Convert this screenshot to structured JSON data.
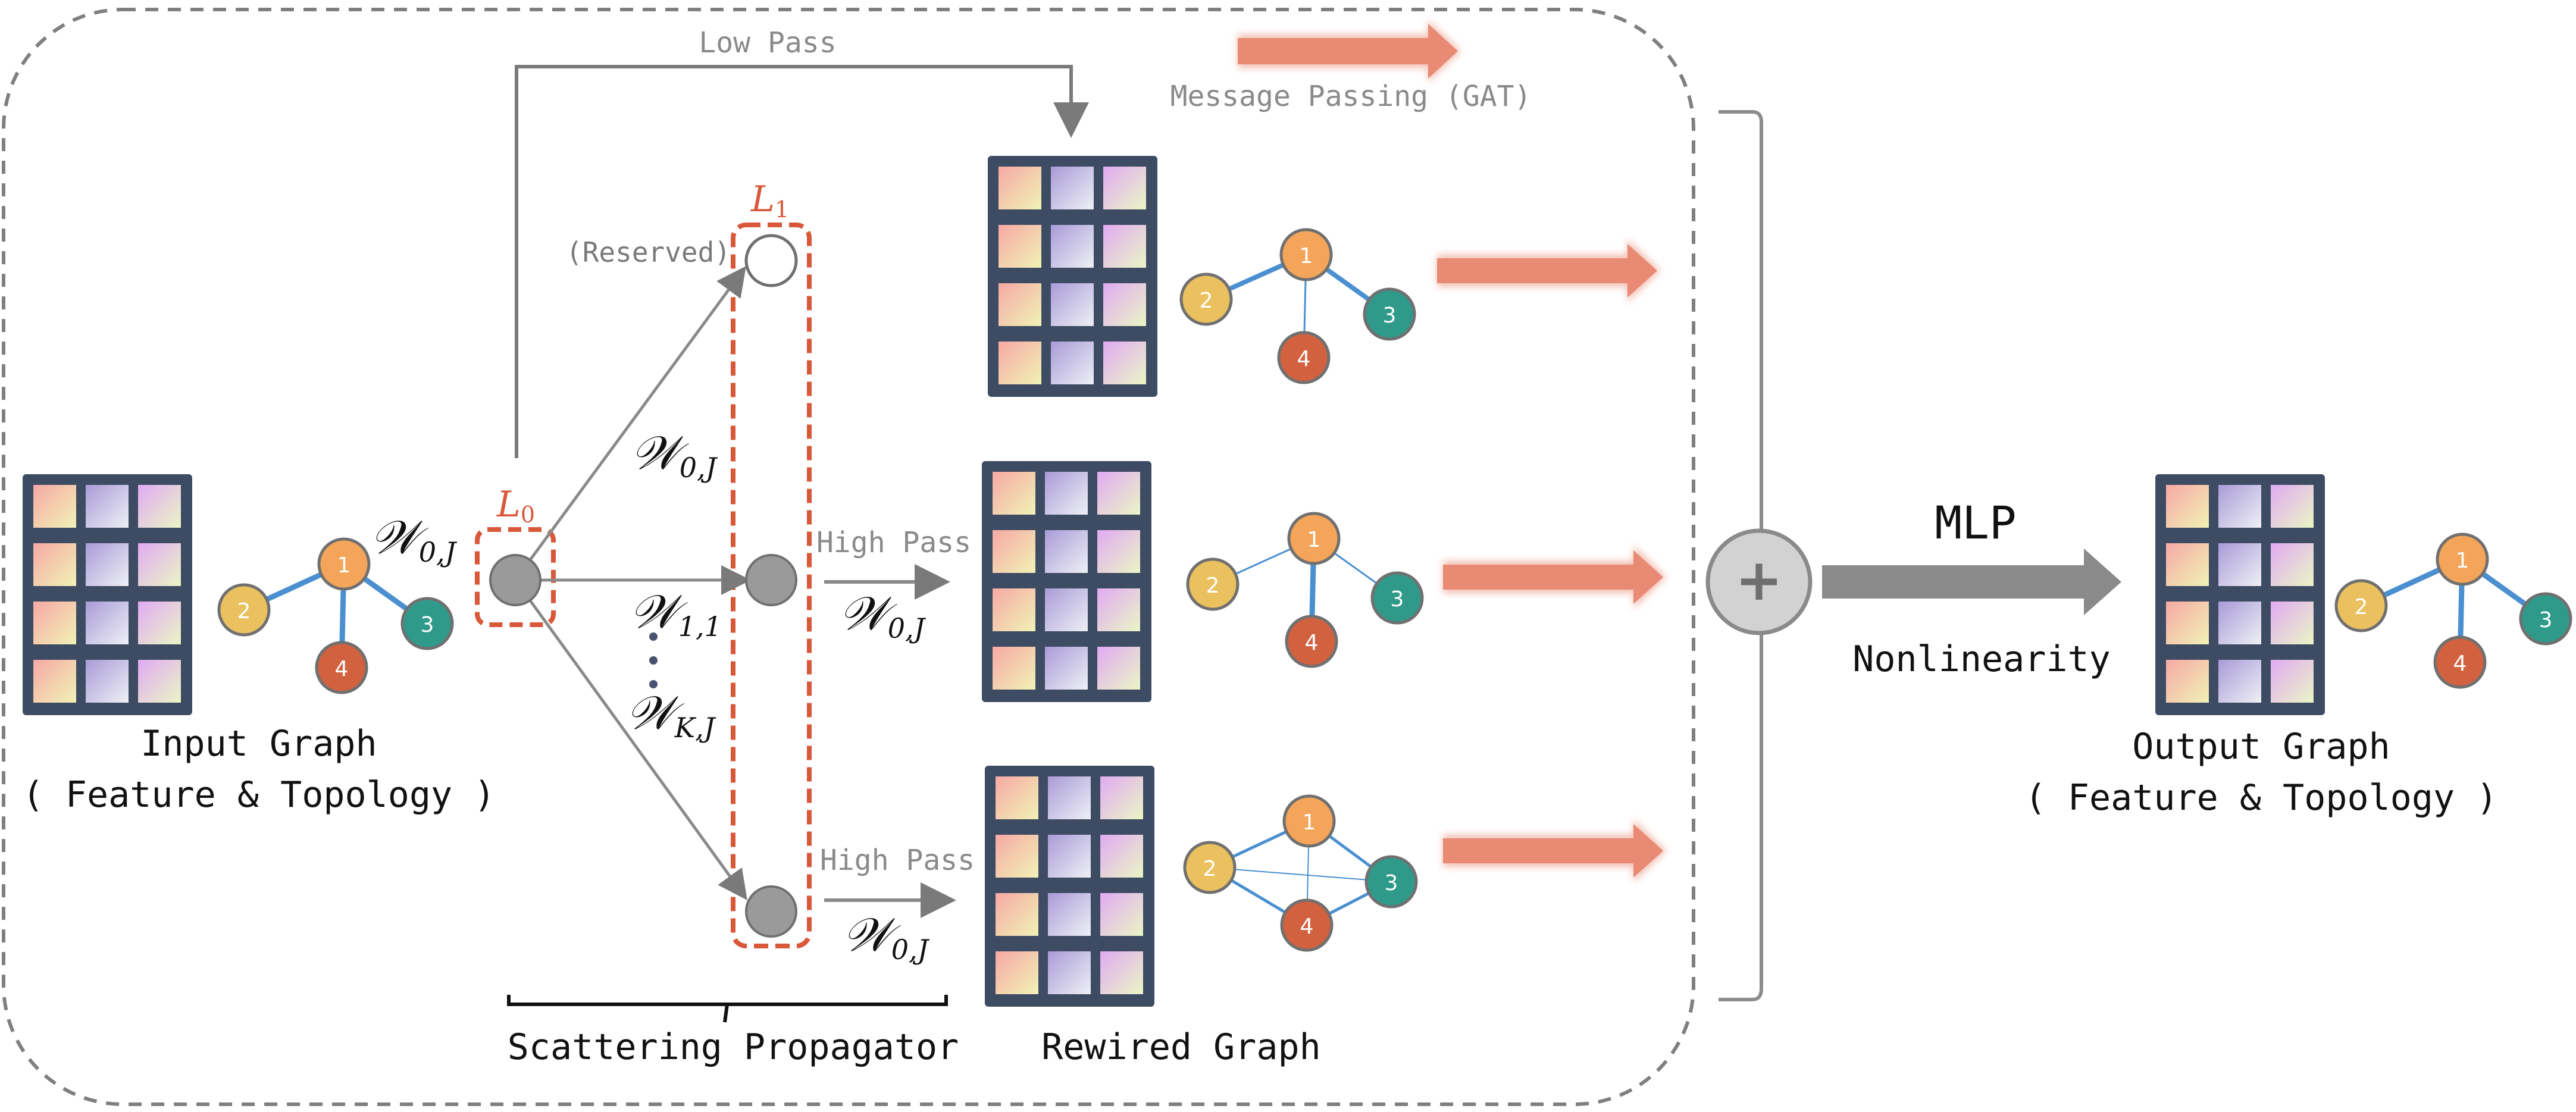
{
  "labels": {
    "low_pass": "Low Pass",
    "message_passing": "Message Passing (GAT)",
    "reserved": "(Reserved)",
    "high_pass_1": "High Pass",
    "high_pass_2": "High Pass",
    "input_graph_line1": "Input Graph",
    "input_graph_line2": "( Feature & Topology )",
    "output_graph_line1": "Output Graph",
    "output_graph_line2": "( Feature & Topology )",
    "scattering_propagator": "Scattering Propagator",
    "rewired_graph": "Rewired Graph",
    "mlp": "MLP",
    "nonlinearity": "Nonlinearity",
    "plus": "+"
  },
  "math": {
    "L0_main": "L",
    "L0_sub": "0",
    "L1_main": "L",
    "L1_sub": "1",
    "w_input_main": "𝒲",
    "w_input_sub": "0,J",
    "w_top_main": "𝒲",
    "w_top_sub": "0,J",
    "w_mid_main": "𝒲",
    "w_mid_sub": "1,1",
    "w_bot_main": "𝒲",
    "w_bot_sub": "K,J",
    "w_hp1_main": "𝒲",
    "w_hp1_sub": "0,J",
    "w_hp2_main": "𝒲",
    "w_hp2_sub": "0,J"
  },
  "node_labels": {
    "n1": "1",
    "n2": "2",
    "n3": "3",
    "n4": "4"
  },
  "colors": {
    "node1": "#f4a55a",
    "node2": "#eac15e",
    "node3": "#2f9a8a",
    "node4": "#d2613f",
    "edge": "#4a8fd0",
    "accent_red": "#d9583a",
    "salmon_arrow": "#e98a74",
    "frame": "#3d4b63",
    "gray_node": "#9a9a9a"
  }
}
